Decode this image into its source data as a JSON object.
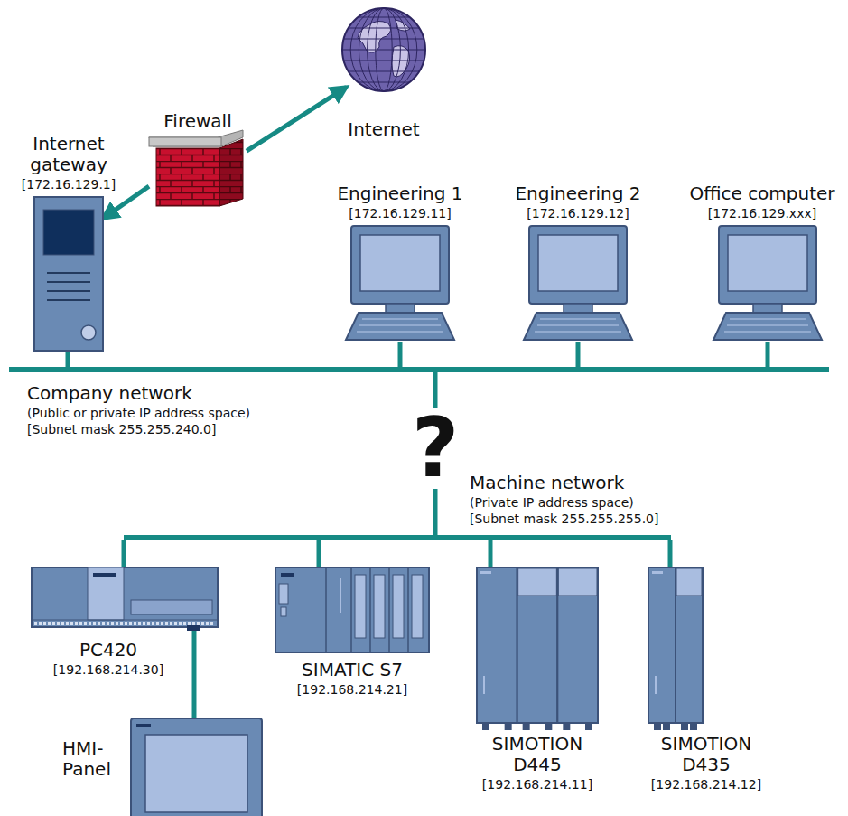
{
  "diagram": {
    "nodes": [
      {
        "text": [
          "Firewall"
        ]
      },
      {
        "text": [
          "Internet"
        ]
      },
      {
        "text": [
          "Internet gateway",
          "[172.16.129.1]"
        ]
      },
      {
        "text": [
          "Engineering 1",
          "[172.16.129.11]"
        ]
      },
      {
        "text": [
          "Engineering 2",
          "[172.16.129.12]"
        ]
      },
      {
        "text": [
          "Office computer",
          "[172.16.129.xxx]"
        ]
      },
      {
        "text": [
          "Company network",
          "(Public or private IP address space)",
          "[Subnet mask 255.255.240.0]"
        ]
      },
      {
        "text": [
          "Machine network",
          "(Private IP address space)",
          "[Subnet mask 255.255.255.0]"
        ]
      },
      {
        "text": [
          "PC420",
          "[192.168.214.30]"
        ]
      },
      {
        "text": [
          "SIMATIC S7",
          "[192.168.214.21]"
        ]
      },
      {
        "text": [
          "SIMOTION D445",
          "[192.168.214.11]"
        ]
      },
      {
        "text": [
          "SIMOTION D435",
          "[192.168.214.12]"
        ]
      },
      {
        "text": [
          "HMI- Panel"
        ]
      }
    ],
    "edges": [
      {
        "from": 0,
        "to": 1,
        "arrow": "to"
      },
      {
        "from": 0,
        "to": 2,
        "arrow": "to"
      },
      {
        "from": 2,
        "to": 6,
        "arrow": "none"
      },
      {
        "from": 3,
        "to": 6,
        "arrow": "none"
      },
      {
        "from": 4,
        "to": 6,
        "arrow": "none"
      },
      {
        "from": 5,
        "to": 6,
        "arrow": "none"
      },
      {
        "from": 6,
        "to": 7,
        "label": "?",
        "arrow": "none"
      },
      {
        "from": 7,
        "to": 8,
        "arrow": "none"
      },
      {
        "from": 7,
        "to": 9,
        "arrow": "none"
      },
      {
        "from": 7,
        "to": 10,
        "arrow": "none"
      },
      {
        "from": 7,
        "to": 11,
        "arrow": "none"
      },
      {
        "from": 8,
        "to": 12,
        "arrow": "none"
      }
    ]
  }
}
